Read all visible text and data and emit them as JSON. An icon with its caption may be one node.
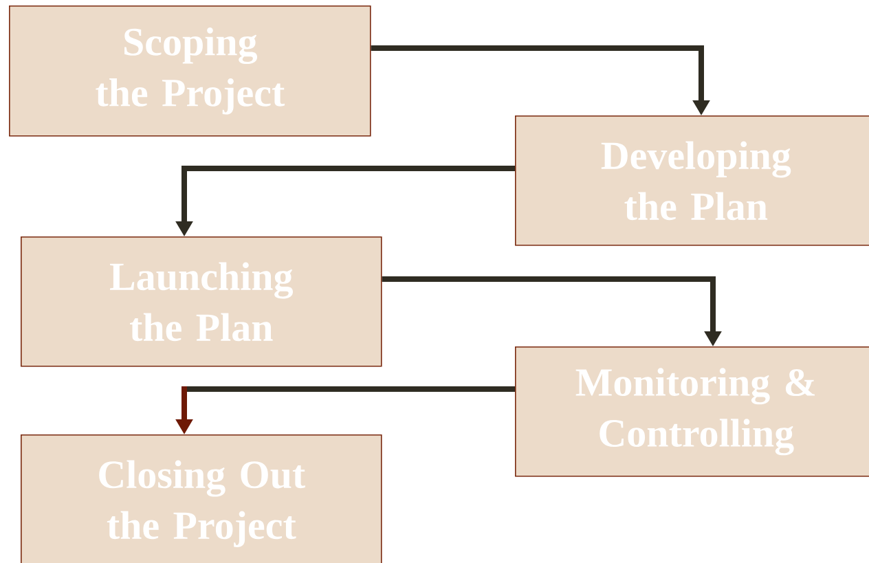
{
  "diagram": {
    "nodes": [
      {
        "text": [
          "Scoping the Project"
        ]
      },
      {
        "text": [
          "Developing the Plan"
        ]
      },
      {
        "text": [
          "Launching the Plan"
        ]
      },
      {
        "text": [
          "Monitoring & Controlling"
        ]
      },
      {
        "text": [
          "Closing Out the Project"
        ]
      }
    ],
    "edges": [
      {
        "from": 0,
        "to": 1,
        "arrow": "to"
      },
      {
        "from": 1,
        "to": 2,
        "arrow": "to"
      },
      {
        "from": 2,
        "to": 3,
        "arrow": "to"
      },
      {
        "from": 3,
        "to": 4,
        "arrow": "to",
        "color": "#6e1a06"
      }
    ]
  }
}
